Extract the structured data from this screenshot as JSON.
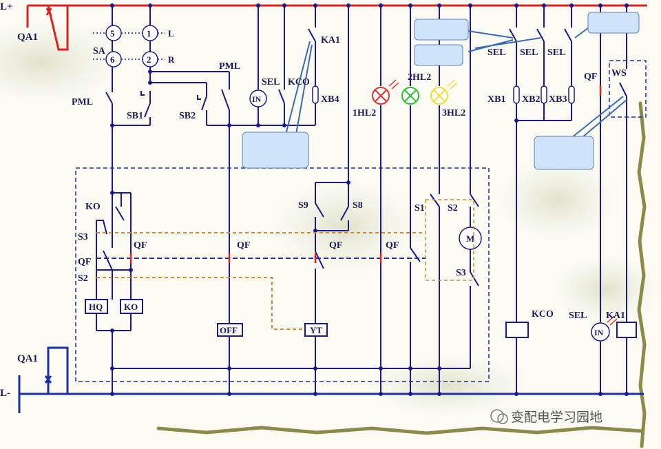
{
  "rails": {
    "positive": "L+",
    "negative": "L-"
  },
  "breakers": {
    "top": "QA1",
    "bottom": "QA1"
  },
  "switch_sa": {
    "name": "SA",
    "contacts": [
      "5",
      "1",
      "6",
      "2"
    ],
    "positions": [
      "L",
      "R"
    ]
  },
  "labels": {
    "pml_left": "PML",
    "pml_right": "PML",
    "sb1": "SB1",
    "sb2": "SB2",
    "sel_top": "SEL",
    "kco_top": "KCO",
    "ka1_top": "KA1",
    "xb4": "XB4",
    "in_top": "IN",
    "hl1": "1HL2",
    "hl2": "2HL2",
    "hl3": "3HL2",
    "sel1": "SEL",
    "sel2": "SEL",
    "sel3": "SEL",
    "xb1": "XB1",
    "xb2": "XB2",
    "xb3": "XB3",
    "qf_right": "QF",
    "ws": "WS",
    "ko": "KO",
    "s3_left": "S3",
    "qf_left": "QF",
    "s2_left": "S2",
    "qf1": "QF",
    "qf2": "QF",
    "qf3": "QF",
    "qf4": "QF",
    "s9": "S9",
    "s8": "S8",
    "s1": "S1",
    "s2_right": "S2",
    "motor": "M",
    "s3_right": "S3",
    "hq_box": "HQ",
    "ko_box": "KO",
    "off_box": "OFF",
    "yt_box": "YT",
    "kco_bottom": "KCO",
    "sel_bottom": "SEL",
    "ka1_bottom": "KA1",
    "in_bottom": "IN"
  },
  "watermark": "变配电学习园地",
  "colors": {
    "wire": "#1a1a8c",
    "rail_red": "#e02020",
    "rail_blue": "#1a2fa8",
    "dashed_orange": "#d88a30",
    "lamp_red": "#e03030",
    "lamp_green": "#30c030",
    "lamp_yellow": "#f0e030",
    "callout": "#cfe3fb"
  }
}
